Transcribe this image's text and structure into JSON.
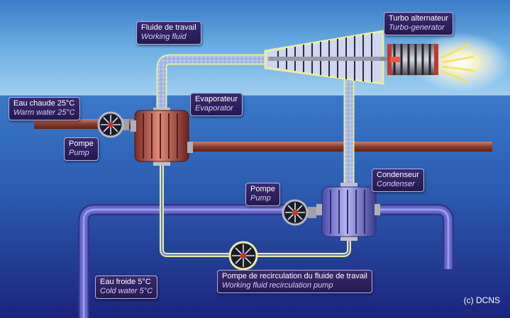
{
  "labels": {
    "turbo": {
      "fr": "Turbo alternateur",
      "en": "Turbo-generator"
    },
    "working_fluid": {
      "fr": "Fluide de travail",
      "en": "Working fluid"
    },
    "warm_water": {
      "fr": "Eau chaude 25°C",
      "en": "Warm water 25°C"
    },
    "evaporator": {
      "fr": "Evaporateur",
      "en": "Evaporator"
    },
    "pump_warm": {
      "fr": "Pompe",
      "en": "Pump"
    },
    "condenser": {
      "fr": "Condenseur",
      "en": "Condenser"
    },
    "pump_cold": {
      "fr": "Pompe",
      "en": "Pump"
    },
    "recirc_pump": {
      "fr": "Pompe de recirculation du fluide de travail",
      "en": "Working fluid recirculation pump"
    },
    "cold_water": {
      "fr": "Eau froide 5°C",
      "en": "Cold water 5°C"
    }
  },
  "copyright": "(c) DCNS",
  "colors": {
    "sky_top": "#4a8ed2",
    "sea_top": "#2f66b4",
    "sea_bottom": "#1c2a86",
    "warm_pipe": "#9a4a3c",
    "cold_pipe": "#5a5cc0",
    "fluid_pipe": "#9fb3e0",
    "fluid_outline": "#e8eea0",
    "label_bg": "#2e2260"
  }
}
